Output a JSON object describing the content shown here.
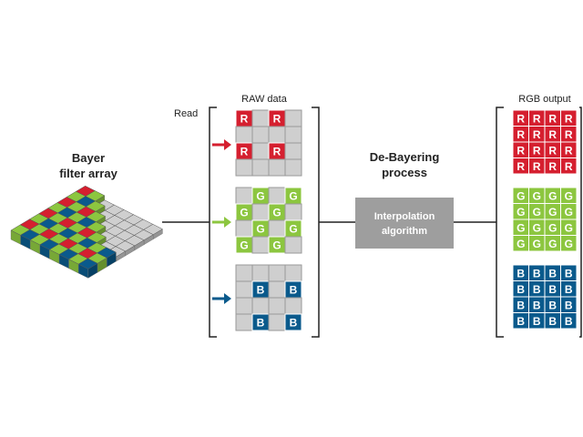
{
  "labels": {
    "bayer_title_line1": "Bayer",
    "bayer_title_line2": "filter array",
    "read": "Read",
    "raw_data": "RAW data",
    "debayer_line1": "De-Bayering",
    "debayer_line2": "process",
    "interp_line1": "Interpolation",
    "interp_line2": "algorithm",
    "rgb_output": "RGB output"
  },
  "colors": {
    "red": "#d51f2f",
    "green": "#8cc63f",
    "blue": "#0a5a8c",
    "gray_cell": "#cfcfcf",
    "gray_cell_border": "#9a9a9a",
    "algo_box": "#9e9e9e",
    "line": "#222222"
  },
  "raw_grids": [
    {
      "name": "red",
      "letter": "R",
      "cells": [
        "R",
        "",
        "R",
        "",
        "",
        "",
        "",
        "",
        "R",
        "",
        "R",
        "",
        "",
        "",
        "",
        ""
      ]
    },
    {
      "name": "green",
      "letter": "G",
      "cells": [
        "",
        "G",
        "",
        "G",
        "G",
        "",
        "G",
        "",
        "",
        "G",
        "",
        "G",
        "G",
        "",
        "G",
        ""
      ]
    },
    {
      "name": "blue",
      "letter": "B",
      "cells": [
        "",
        "",
        "",
        "",
        "",
        "B",
        "",
        "B",
        "",
        "",
        "",
        "",
        "",
        "B",
        "",
        "B"
      ]
    }
  ],
  "output_grids": [
    {
      "name": "red",
      "letter": "R"
    },
    {
      "name": "green",
      "letter": "G"
    },
    {
      "name": "blue",
      "letter": "B"
    }
  ]
}
